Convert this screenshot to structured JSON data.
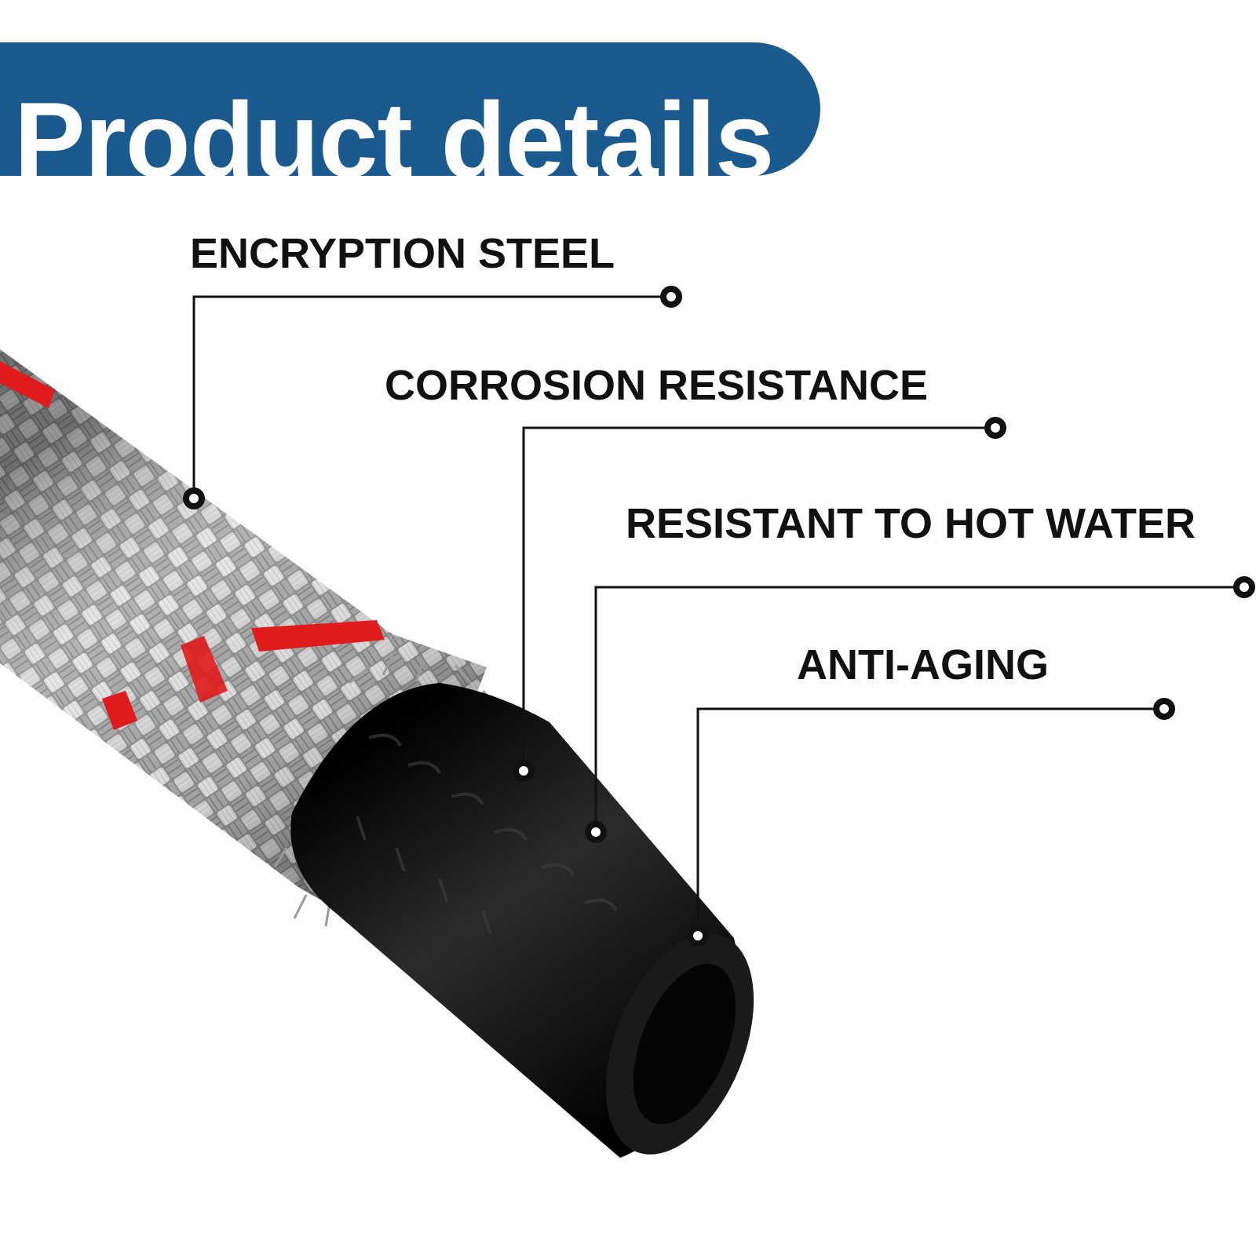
{
  "header": {
    "title": "Product details",
    "background_color": "#1b5a8e",
    "text_color": "#ffffff"
  },
  "callouts": [
    {
      "label": "ENCRYPTION STEEL"
    },
    {
      "label": "CORROSION RESISTANCE"
    },
    {
      "label": "RESISTANT TO HOT WATER"
    },
    {
      "label": "ANTI-AGING"
    }
  ],
  "product_image": {
    "subject": "braided-steel-hose",
    "colors": {
      "steel": "#b9b9b9",
      "accent_stripe": "#e01b1b",
      "rubber": "#151515"
    }
  }
}
